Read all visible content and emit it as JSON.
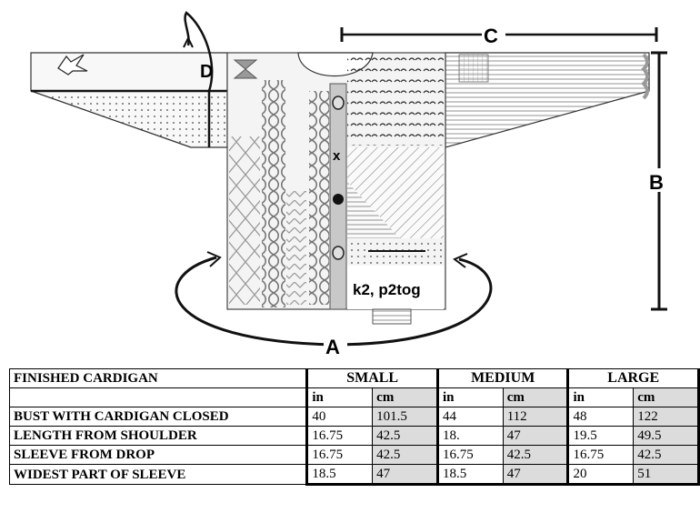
{
  "diagram": {
    "labels": {
      "a": "A",
      "b": "B",
      "c": "C",
      "d": "D"
    },
    "stitch_label": "k2, p2tog",
    "markers": {
      "x": "x"
    }
  },
  "table": {
    "title": "FINISHED CARDIGAN",
    "sizes": [
      "SMALL",
      "MEDIUM",
      "LARGE"
    ],
    "units": [
      "in",
      "cm"
    ],
    "rows": [
      {
        "label": "BUST WITH CARDIGAN CLOSED",
        "values": [
          "40",
          "101.5",
          "44",
          "112",
          "48",
          "122"
        ]
      },
      {
        "label": "LENGTH FROM SHOULDER",
        "values": [
          "16.75",
          "42.5",
          "18.",
          "47",
          "19.5",
          "49.5"
        ]
      },
      {
        "label": "SLEEVE FROM DROP",
        "values": [
          "16.75",
          "42.5",
          "16.75",
          "42.5",
          "16.75",
          "42.5"
        ]
      },
      {
        "label": "WIDEST PART OF SLEEVE",
        "values": [
          "18.5",
          "47",
          "18.5",
          "47",
          "20",
          "51"
        ]
      }
    ]
  }
}
